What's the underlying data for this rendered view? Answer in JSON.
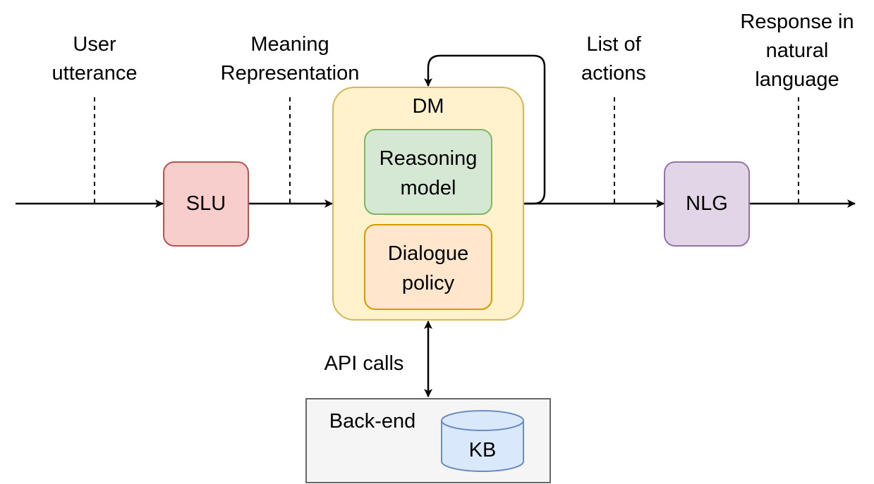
{
  "labels": {
    "user_utterance": [
      "User",
      "utterance"
    ],
    "meaning_representation": [
      "Meaning",
      "Representation"
    ],
    "list_of_actions": [
      "List of",
      "actions"
    ],
    "response": [
      "Response in",
      "natural",
      "language"
    ],
    "api_calls": "API calls"
  },
  "components": {
    "slu": "SLU",
    "dm": "DM",
    "reasoning_model": [
      "Reasoning",
      "model"
    ],
    "dialogue_policy": [
      "Dialogue",
      "policy"
    ],
    "nlg": "NLG",
    "backend": "Back-end",
    "kb": "KB"
  },
  "colors": {
    "slu_fill": "#f8cecc",
    "slu_stroke": "#b85450",
    "dm_fill": "#fff2cc",
    "dm_stroke": "#d6b656",
    "reasoning_fill": "#d5e8d4",
    "reasoning_stroke": "#82b366",
    "policy_fill": "#ffe6cc",
    "policy_stroke": "#d79b00",
    "nlg_fill": "#e1d5e7",
    "nlg_stroke": "#9673a6",
    "backend_fill": "#f5f5f5",
    "backend_stroke": "#666666",
    "kb_fill": "#dae8fc",
    "kb_stroke": "#6c8ebf"
  }
}
